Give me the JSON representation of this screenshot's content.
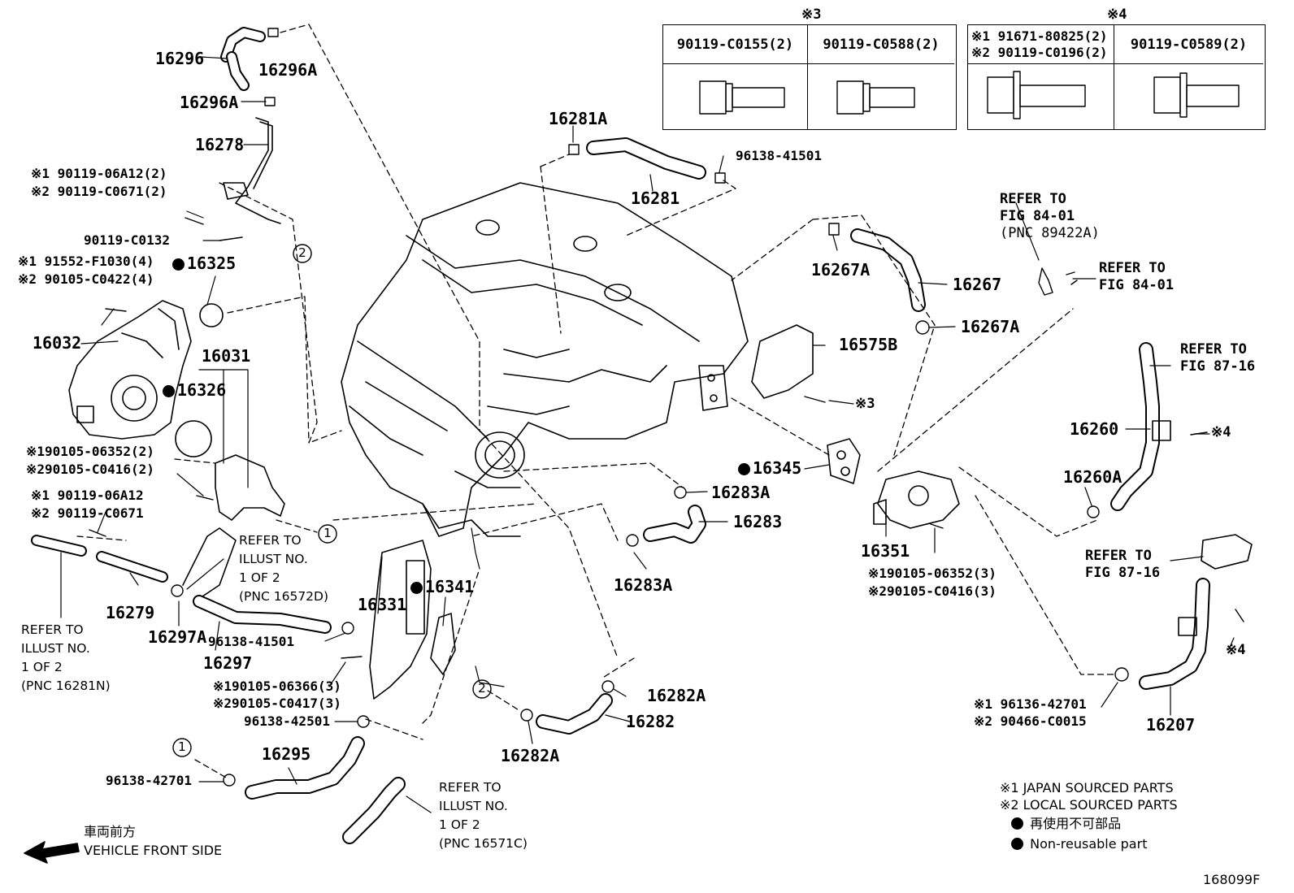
{
  "figure_id": "168099F",
  "tables": {
    "t3": {
      "mark": "※3",
      "cols": [
        "90119-C0155(2)",
        "90119-C0588(2)"
      ]
    },
    "t4": {
      "mark": "※4",
      "col1_line1": "※1 91671-80825(2)",
      "col1_line2": "※2 90119-C0196(2)",
      "col2": "90119-C0589(2)"
    }
  },
  "labels": {
    "p16296": "16296",
    "p16296A_top": "16296A",
    "p16296A": "16296A",
    "p16278": "16278",
    "b1": "※1 90119-06A12(2)",
    "b2": "※2 90119-C0671(2)",
    "b3": "90119-C0132",
    "b4": "※1 91552-F1030(4)",
    "b5": "※2 90105-C0422(4)",
    "p16325": "16325",
    "p16032": "16032",
    "p16031": "16031",
    "p16326": "16326",
    "b6": "※190105-06352(2)",
    "b7": "※290105-C0416(2)",
    "b8": "※1 90119-06A12",
    "b9": "※2 90119-C0671",
    "p16279": "16279",
    "p16297A": "16297A",
    "p16297": "16297",
    "p16281A": "16281A",
    "p96138_41501_top": "96138-41501",
    "p16281": "16281",
    "p16267A_top": "16267A",
    "p16267": "16267",
    "p16267A": "16267A",
    "p16575B": "16575B",
    "mark3": "※3",
    "p16345": "16345",
    "p16283A_top": "16283A",
    "p16283": "16283",
    "p16283A": "16283A",
    "p16351": "16351",
    "b10": "※190105-06352(3)",
    "b11": "※290105-C0416(3)",
    "p16260": "16260",
    "mark4a": "※4",
    "p16260A": "16260A",
    "mark4b": "※4",
    "p16207": "16207",
    "b12": "※1 96136-42701",
    "b13": "※2 90466-C0015",
    "p16331": "16331",
    "p16341": "16341",
    "p96138_41501": "96138-41501",
    "b14": "※190105-06366(3)",
    "b15": "※290105-C0417(3)",
    "p96138_42501": "96138-42501",
    "p16295": "16295",
    "p96138_42701": "96138-42701",
    "p16282A_top": "16282A",
    "p16282": "16282",
    "p16282A": "16282A",
    "circle1a": "1",
    "circle1b": "1",
    "circle2a": "2",
    "circle2b": "2"
  },
  "refs": {
    "r84a": [
      "REFER TO",
      "FIG 84-01",
      "(PNC 89422A)"
    ],
    "r84b": [
      "REFER TO",
      "FIG 84-01"
    ],
    "r87a": [
      "REFER TO",
      "FIG 87-16"
    ],
    "r87b": [
      "REFER TO",
      "FIG 87-16"
    ],
    "ill1": [
      "REFER TO",
      "ILLUST NO.",
      "1 OF 2",
      "(PNC 16572D)"
    ],
    "ill2": [
      "REFER TO",
      "ILLUST NO.",
      "1 OF 2",
      "(PNC 16281N)"
    ],
    "ill3": [
      "REFER TO",
      "ILLUST NO.",
      "1 OF 2",
      "(PNC 16571C)"
    ]
  },
  "front": {
    "jp": "車両前方",
    "en": "VEHICLE FRONT SIDE"
  },
  "legend": {
    "l1": "※1  JAPAN SOURCED PARTS",
    "l2": "※2  LOCAL SOURCED PARTS",
    "l3": "再使用不可部品",
    "l4": "Non-reusable part"
  }
}
